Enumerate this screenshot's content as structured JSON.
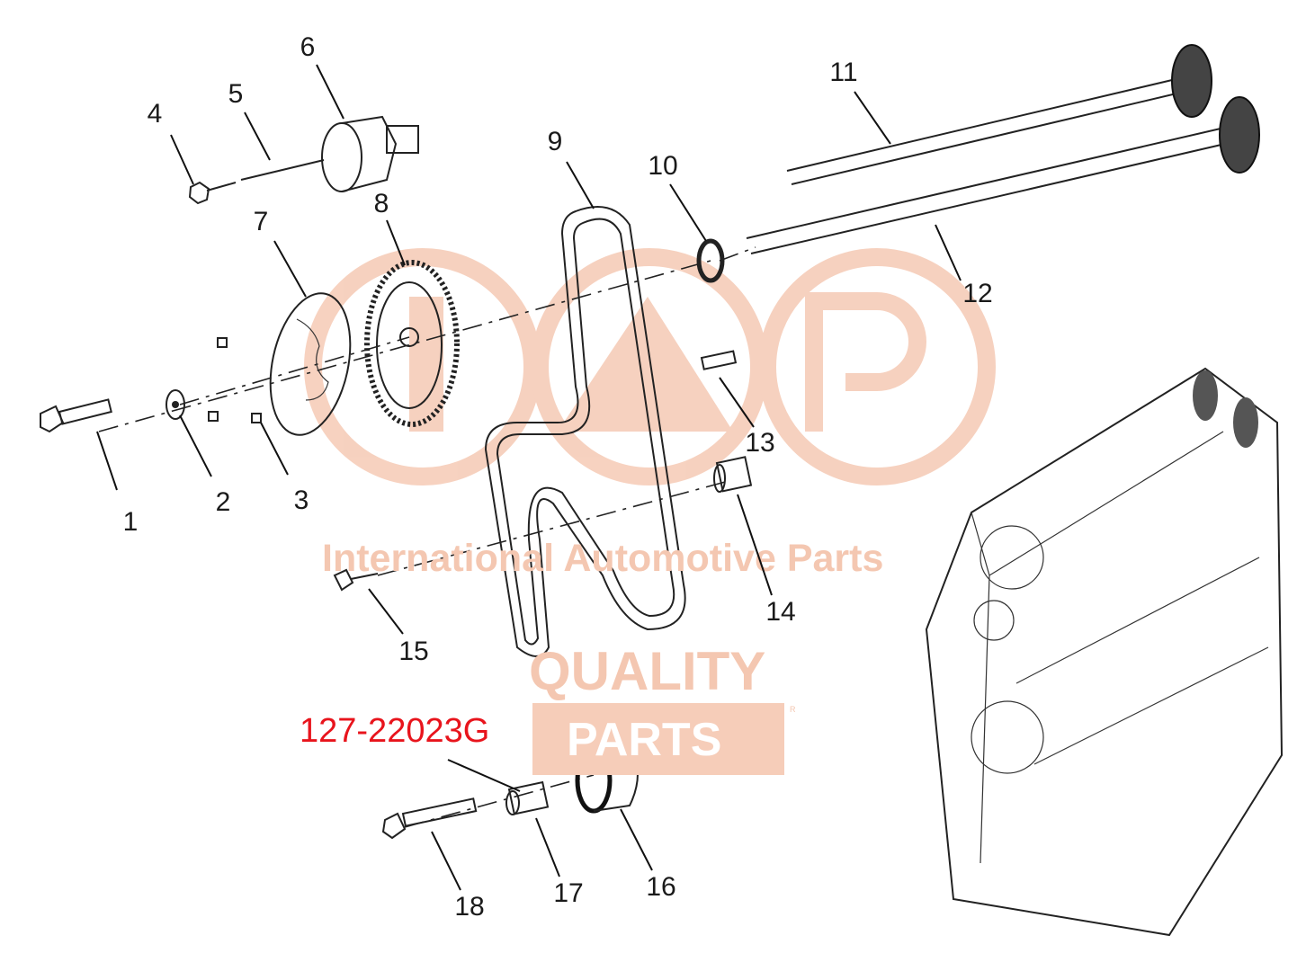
{
  "watermark": {
    "brand": "IAP",
    "tagline": "International Automotive Parts",
    "quality": "QUALITY",
    "parts": "PARTS",
    "registered": "R",
    "color": "#f4c7b1"
  },
  "highlight": {
    "part_number": "127-22023G",
    "color": "#e8141c"
  },
  "callouts": [
    "1",
    "2",
    "3",
    "4",
    "5",
    "6",
    "7",
    "8",
    "9",
    "10",
    "11",
    "12",
    "13",
    "14",
    "15",
    "16",
    "17",
    "18"
  ]
}
